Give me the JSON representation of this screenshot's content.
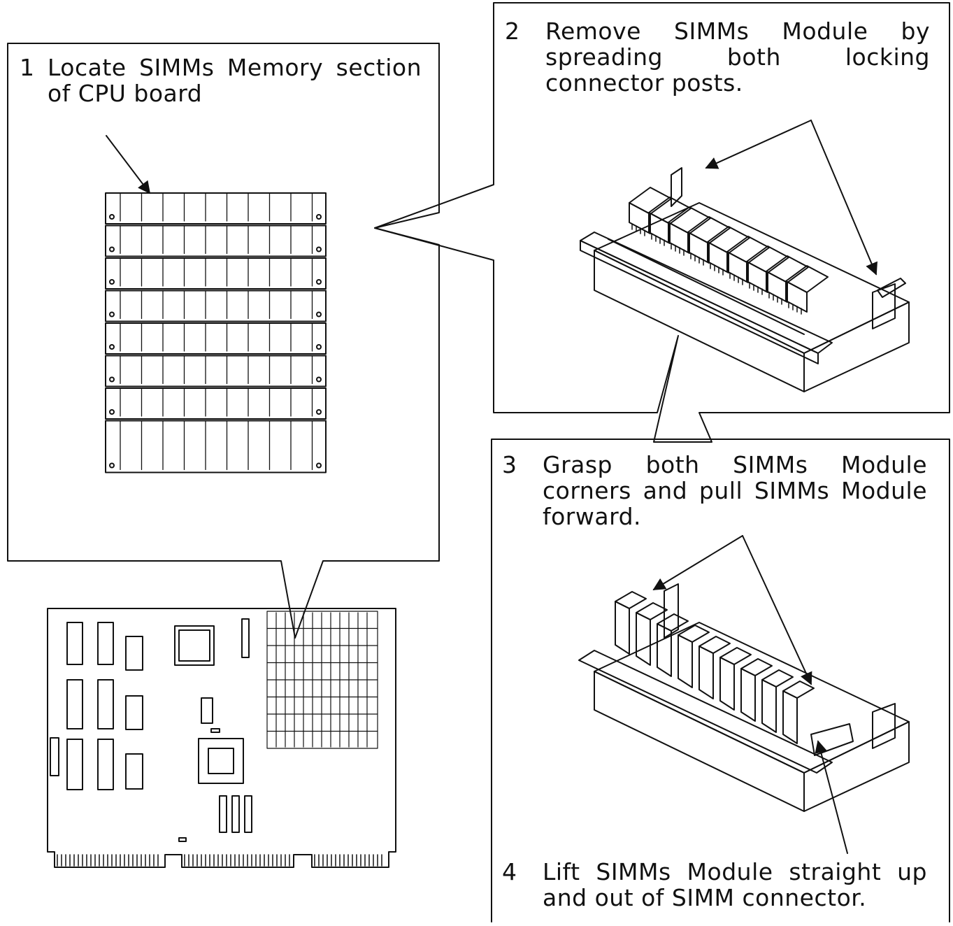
{
  "steps": [
    {
      "num": "1",
      "text": "Locate SIMMs Memory section of CPU board"
    },
    {
      "num": "2",
      "text": "Remove SIMMs Module by spreading both locking connector posts."
    },
    {
      "num": "3",
      "text": "Grasp both SIMMs Module corners and pull SIMMs Module forward."
    },
    {
      "num": "4",
      "text": "Lift SIMMs Module straight up and out of SIMM connector."
    }
  ]
}
